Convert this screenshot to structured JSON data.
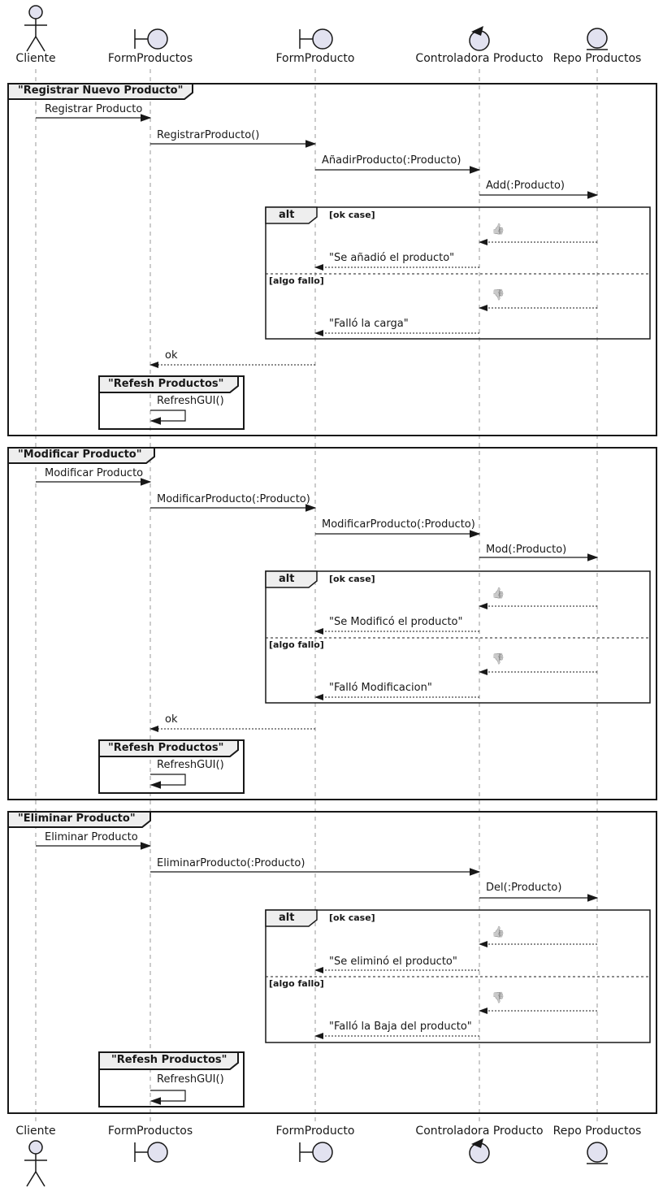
{
  "participants": [
    {
      "label": "Cliente",
      "icon": "actor"
    },
    {
      "label": "FormProductos",
      "icon": "boundary"
    },
    {
      "label": "FormProducto",
      "icon": "boundary"
    },
    {
      "label": "Controladora Producto",
      "icon": "control"
    },
    {
      "label": "Repo Productos",
      "icon": "entity"
    }
  ],
  "emoji": {
    "thumbs_up": "👍",
    "thumbs_down": "👎"
  },
  "groups": [
    {
      "title": "\"Registrar Nuevo Producto\"",
      "messages": [
        "Registrar Producto",
        "RegistrarProducto()",
        "AñadirProducto(:Producto)",
        "Add(:Producto)"
      ],
      "alt": {
        "operator": "alt",
        "ok_guard": "[ok case]",
        "ok_response": "\"Se añadió el producto\"",
        "fail_guard": "[algo fallo]",
        "fail_response": "\"Falló la carga\""
      },
      "return_label": "ok",
      "refresh": {
        "title": "\"Refesh Productos\"",
        "message": "RefreshGUI()"
      }
    },
    {
      "title": "\"Modificar Producto\"",
      "messages": [
        "Modificar Producto",
        "ModificarProducto(:Producto)",
        "ModificarProducto(:Producto)",
        "Mod(:Producto)"
      ],
      "alt": {
        "operator": "alt",
        "ok_guard": "[ok case]",
        "ok_response": "\"Se Modificó el producto\"",
        "fail_guard": "[algo fallo]",
        "fail_response": "\"Falló Modificacion\""
      },
      "return_label": "ok",
      "refresh": {
        "title": "\"Refesh Productos\"",
        "message": "RefreshGUI()"
      }
    },
    {
      "title": "\"Eliminar Producto\"",
      "messages": [
        "Eliminar Producto",
        "EliminarProducto(:Producto)",
        "Del(:Producto)"
      ],
      "alt": {
        "operator": "alt",
        "ok_guard": "[ok case]",
        "ok_response": "\"Se eliminó el producto\"",
        "fail_guard": "[algo fallo]",
        "fail_response": "\"Falló la Baja del producto\""
      },
      "refresh": {
        "title": "\"Refesh Productos\"",
        "message": "RefreshGUI()"
      }
    }
  ],
  "colors": {
    "line": "#181818",
    "lifeline": "#999999",
    "shape_fill": "#E2E2F0",
    "header_fill": "#EEEEEE",
    "background": "#FFFFFF"
  }
}
